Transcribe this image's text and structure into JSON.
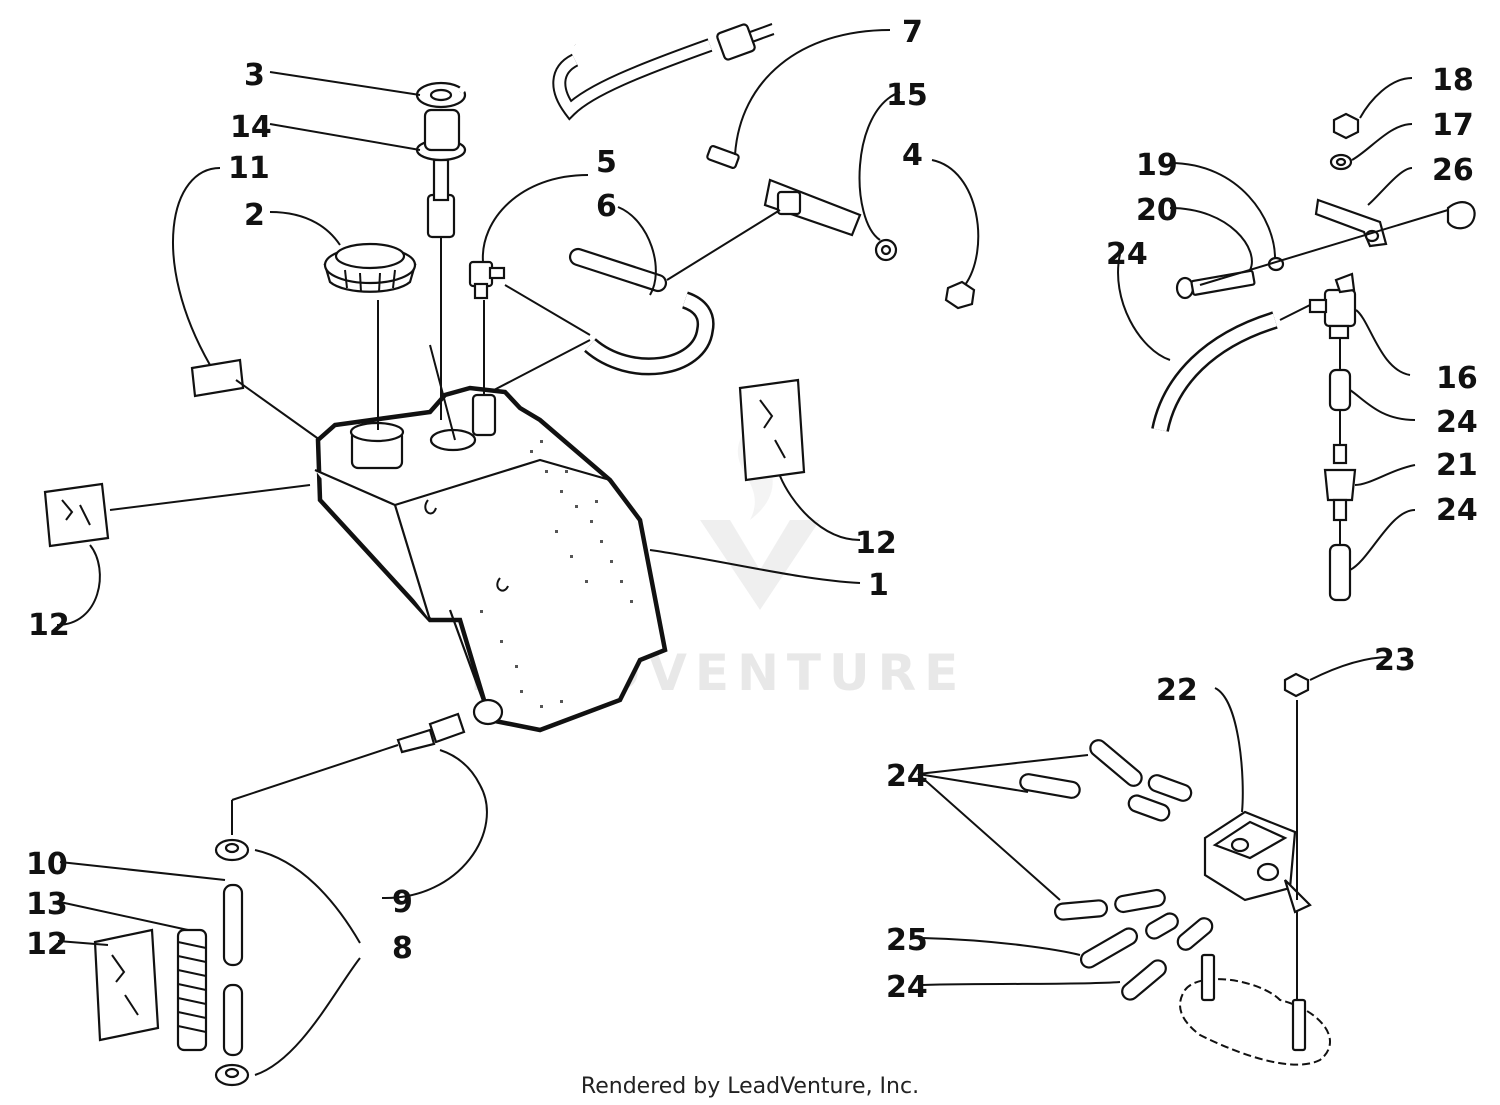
{
  "watermark": {
    "text": "LEADVENTURE"
  },
  "footer": {
    "text": "Rendered by LeadVenture, Inc."
  },
  "callouts": {
    "c1": "1",
    "c2": "2",
    "c3": "3",
    "c4": "4",
    "c5": "5",
    "c6": "6",
    "c7": "7",
    "c8": "8",
    "c9": "9",
    "c10": "10",
    "c11": "11",
    "c12a": "12",
    "c12b": "12",
    "c12c": "12",
    "c13": "13",
    "c14": "14",
    "c15": "15",
    "c16": "16",
    "c17": "17",
    "c18": "18",
    "c19": "19",
    "c20": "20",
    "c21": "21",
    "c22": "22",
    "c23": "23",
    "c24a": "24",
    "c24b": "24",
    "c24c": "24",
    "c24d": "24",
    "c24e": "24",
    "c25": "25",
    "c26": "26"
  }
}
